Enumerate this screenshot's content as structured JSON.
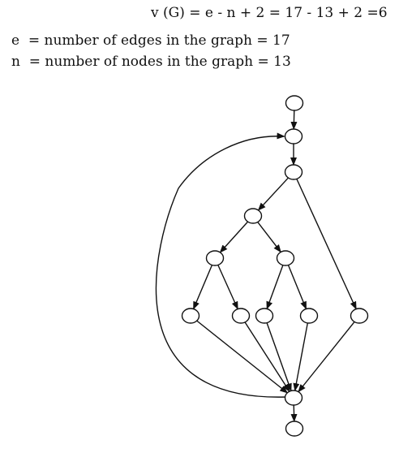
{
  "formula": "v (G) = e - n + 2 = 17 - 13 + 2 =6",
  "definitions": [
    "e  = number of edges in the graph = 17",
    "n  = number of nodes in the graph = 13"
  ],
  "graph": {
    "nodes": [
      "n1",
      "n2",
      "n3",
      "n4",
      "n5",
      "n6",
      "n7",
      "n8",
      "n9",
      "n10",
      "n11",
      "n12",
      "n13"
    ],
    "edges": [
      [
        "n1",
        "n2"
      ],
      [
        "n2",
        "n3"
      ],
      [
        "n3",
        "n4"
      ],
      [
        "n3",
        "n11"
      ],
      [
        "n4",
        "n5"
      ],
      [
        "n4",
        "n6"
      ],
      [
        "n5",
        "n7"
      ],
      [
        "n5",
        "n8"
      ],
      [
        "n6",
        "n9"
      ],
      [
        "n6",
        "n10"
      ],
      [
        "n7",
        "n12"
      ],
      [
        "n8",
        "n12"
      ],
      [
        "n9",
        "n12"
      ],
      [
        "n10",
        "n12"
      ],
      [
        "n11",
        "n12"
      ],
      [
        "n12",
        "n13"
      ],
      [
        "n12",
        "n2"
      ]
    ]
  }
}
